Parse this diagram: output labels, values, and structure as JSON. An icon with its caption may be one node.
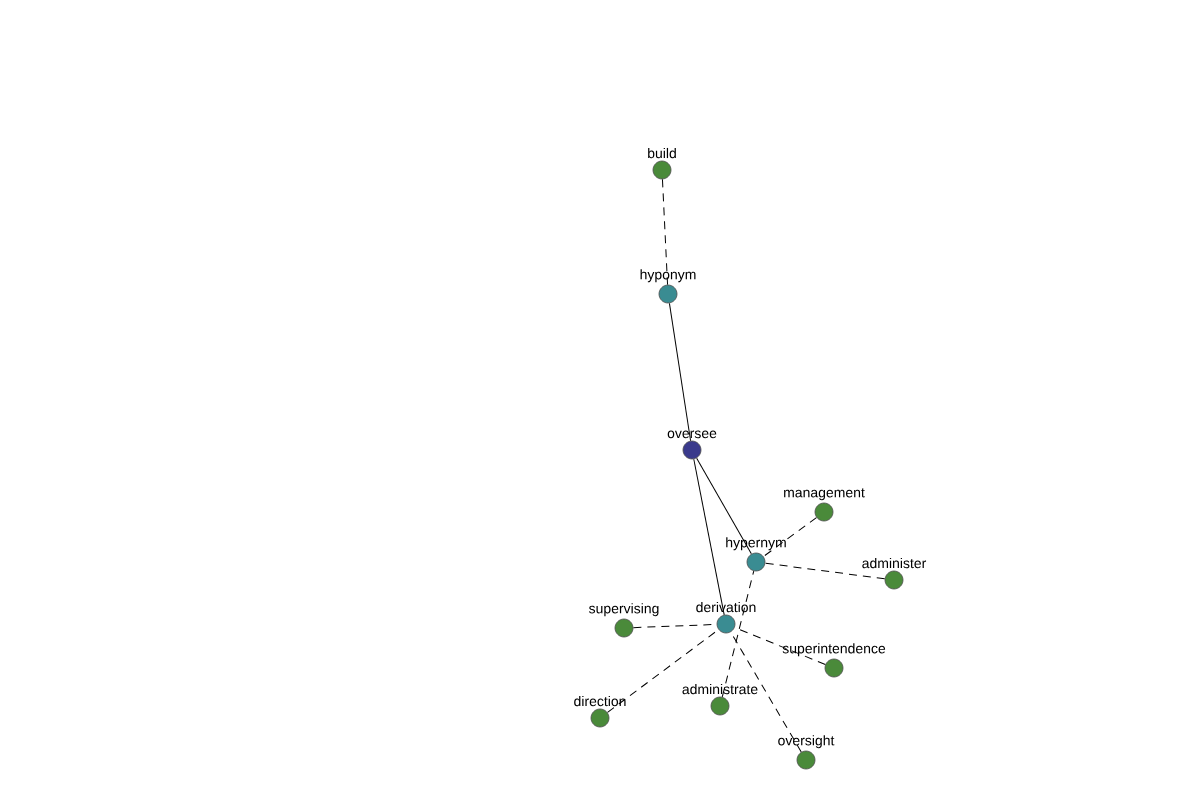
{
  "diagram": {
    "nodes": [
      {
        "text": [
          "build"
        ]
      },
      {
        "text": [
          "hyponym"
        ]
      },
      {
        "text": [
          "oversee"
        ]
      },
      {
        "text": [
          "management"
        ]
      },
      {
        "text": [
          "hypernym"
        ]
      },
      {
        "text": [
          "administer"
        ]
      },
      {
        "text": [
          "supervising"
        ]
      },
      {
        "text": [
          "derivation"
        ]
      },
      {
        "text": [
          "superintendence"
        ]
      },
      {
        "text": [
          "direction"
        ]
      },
      {
        "text": [
          "administrate"
        ]
      },
      {
        "text": [
          "oversight"
        ]
      }
    ],
    "edges": [
      {
        "from": 0,
        "to": 1,
        "arrow": "none",
        "style": "dashed"
      },
      {
        "from": 1,
        "to": 2,
        "arrow": "none"
      },
      {
        "from": 2,
        "to": 4,
        "arrow": "none"
      },
      {
        "from": 2,
        "to": 7,
        "arrow": "none"
      },
      {
        "from": 3,
        "to": 4,
        "arrow": "none",
        "style": "dashed"
      },
      {
        "from": 5,
        "to": 4,
        "arrow": "none",
        "style": "dashed"
      },
      {
        "from": 6,
        "to": 7,
        "arrow": "none",
        "style": "dashed"
      },
      {
        "from": 8,
        "to": 7,
        "arrow": "none",
        "style": "dashed"
      },
      {
        "from": 9,
        "to": 7,
        "arrow": "none",
        "style": "dashed"
      },
      {
        "from": 10,
        "to": 4,
        "arrow": "none",
        "style": "dashed"
      },
      {
        "from": 11,
        "to": 7,
        "arrow": "none",
        "style": "dashed"
      }
    ]
  }
}
